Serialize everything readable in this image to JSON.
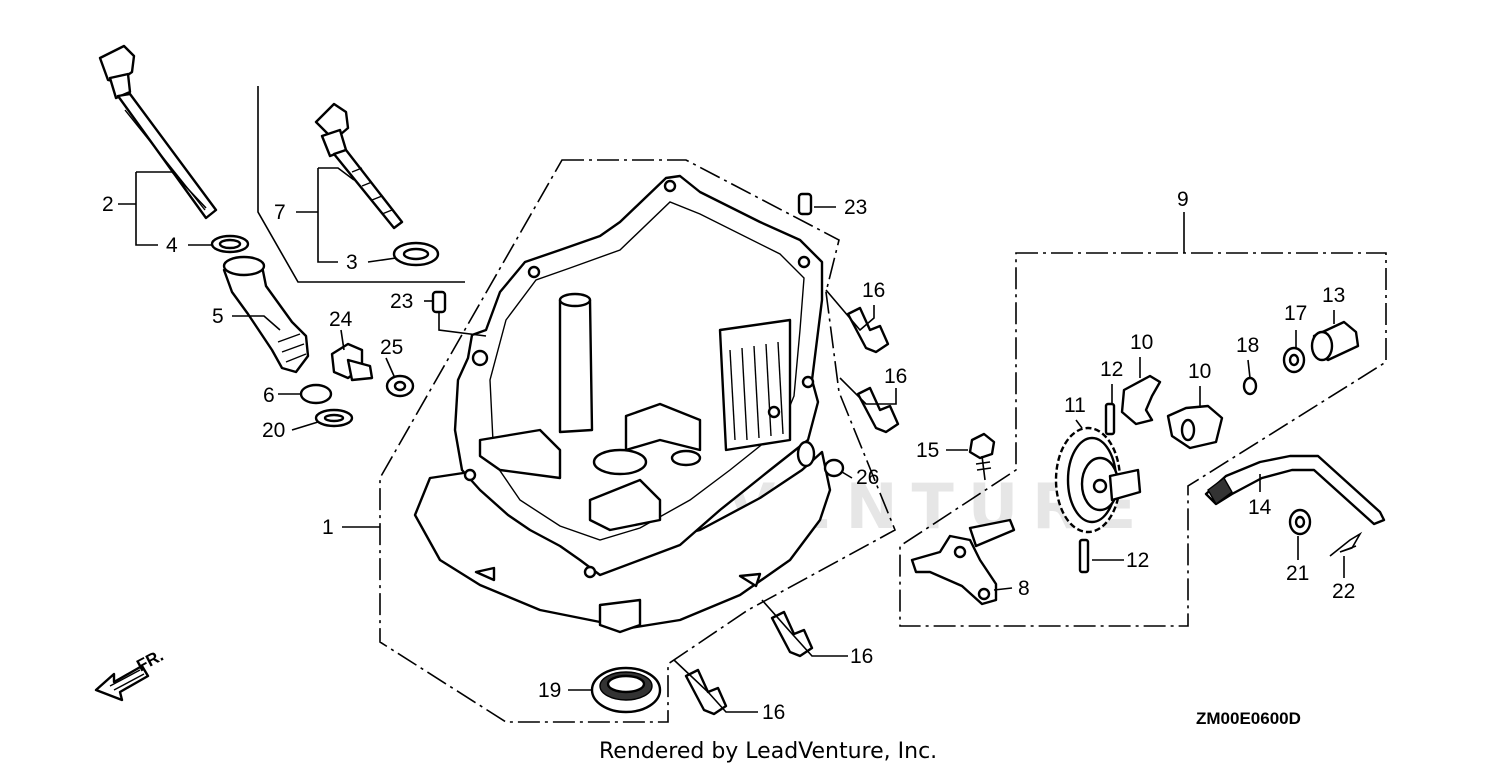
{
  "callouts": {
    "c1": "1",
    "c2": "2",
    "c3": "3",
    "c4": "4",
    "c5": "5",
    "c6": "6",
    "c7": "7",
    "c8": "8",
    "c9": "9",
    "c10a": "10",
    "c10b": "10",
    "c11": "11",
    "c12a": "12",
    "c12b": "12",
    "c13": "13",
    "c14": "14",
    "c15": "15",
    "c16a": "16",
    "c16b": "16",
    "c16c": "16",
    "c16d": "16",
    "c17": "17",
    "c18": "18",
    "c19": "19",
    "c20": "20",
    "c21": "21",
    "c22": "22",
    "c23a": "23",
    "c23b": "23",
    "c24": "24",
    "c25": "25",
    "c26": "26"
  },
  "direction_label": "FR.",
  "diagram_ref": "ZM00E0600D",
  "watermark_text": "LEADVENTURE",
  "footer_text": "Rendered by LeadVenture, Inc."
}
